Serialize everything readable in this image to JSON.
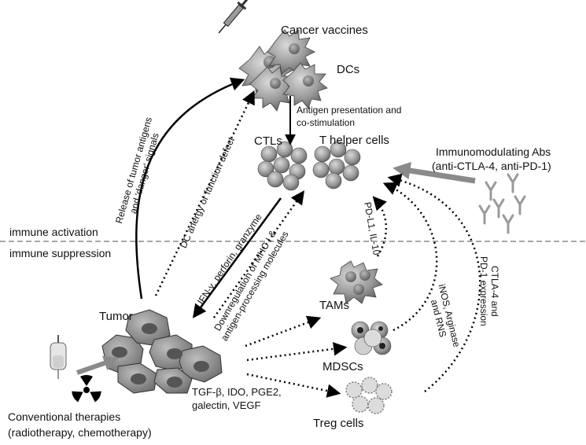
{
  "labels": {
    "cancer_vaccines": "Cancer vaccines",
    "dcs": "DCs",
    "antigen_presentation_line1": "Antigen presentation and",
    "antigen_presentation_line2": "co-stimulation",
    "ctls": "CTLs",
    "t_helper": "T helper cells",
    "immunomodulating_line1": "Immunomodulating Abs",
    "immunomodulating_line2": "(anti-CTLA-4, anti-PD-1)",
    "immune_activation": "immune activation",
    "immune_suppression": "immune suppression",
    "release_line1": "Release of tumor antigens",
    "release_line2": "and 'danger' signals",
    "dc_anergy": "DC anergy or function defect",
    "ifn": "IFN-γ, perforin, granzyme",
    "downregulation_line1": "Downregulation of MHC I &",
    "downregulation_line2": "antigen-processing molecules",
    "pdl1": "PD-L1, IL-10",
    "inos_line1": "iNOS, Arginase",
    "inos_line2": "and RNS",
    "ctla4_line1": "CTLA-4 and",
    "ctla4_line2": "PD-1 expression",
    "tams": "TAMs",
    "mdscs": "MDSCs",
    "treg": "Treg cells",
    "tumor": "Tumor",
    "factors_line1": "TGF-β, IDO, PGE2,",
    "factors_line2": "galectin, VEGF",
    "conventional_line1": "Conventional therapies",
    "conventional_line2": "(radiotherapy, chemotherapy)"
  },
  "icons": [
    "syringe-icon",
    "antibody-icon",
    "radiation-icon",
    "iv-bag-icon"
  ],
  "colors": {
    "divider": "#888888",
    "arrow": "#000000",
    "gray_arrow": "#8a8a8a",
    "cell": "#9a9a9a"
  }
}
